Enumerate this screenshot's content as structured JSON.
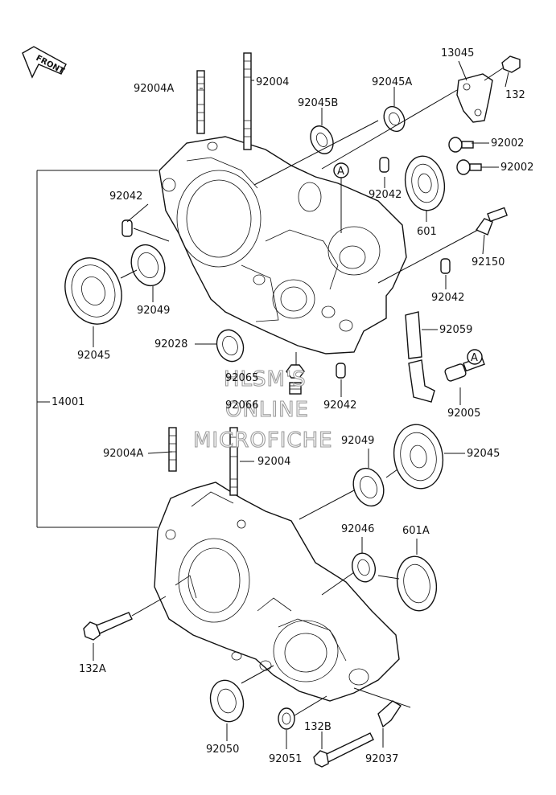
{
  "front_badge": "FRONT",
  "ref_marker": "A",
  "labels": {
    "p13045": "13045",
    "p132": "132",
    "p92004A_top": "92004A",
    "p92004_top": "92004",
    "p92045A": "92045A",
    "p92045B": "92045B",
    "p92002_a": "92002",
    "p92002_b": "92002",
    "p92042_left": "92042",
    "p92042_mid": "92042",
    "p601": "601",
    "p92150": "92150",
    "p92045_left": "92045",
    "p92049_left": "92049",
    "p92042_right": "92042",
    "p92028": "92028",
    "p92059": "92059",
    "p92065": "92065",
    "p92066": "92066",
    "p92042_bottom": "92042",
    "p92005": "92005",
    "p14001": "14001",
    "p92004A_bot": "92004A",
    "p92004_bot": "92004",
    "p92049_right": "92049",
    "p92045_right": "92045",
    "p92046": "92046",
    "p601A": "601A",
    "p132A": "132A",
    "p92050": "92050",
    "p132B": "132B",
    "p92051": "92051",
    "p92037": "92037"
  },
  "watermark": [
    "HLSM'S",
    "ONLINE",
    "MICROFICHE"
  ]
}
